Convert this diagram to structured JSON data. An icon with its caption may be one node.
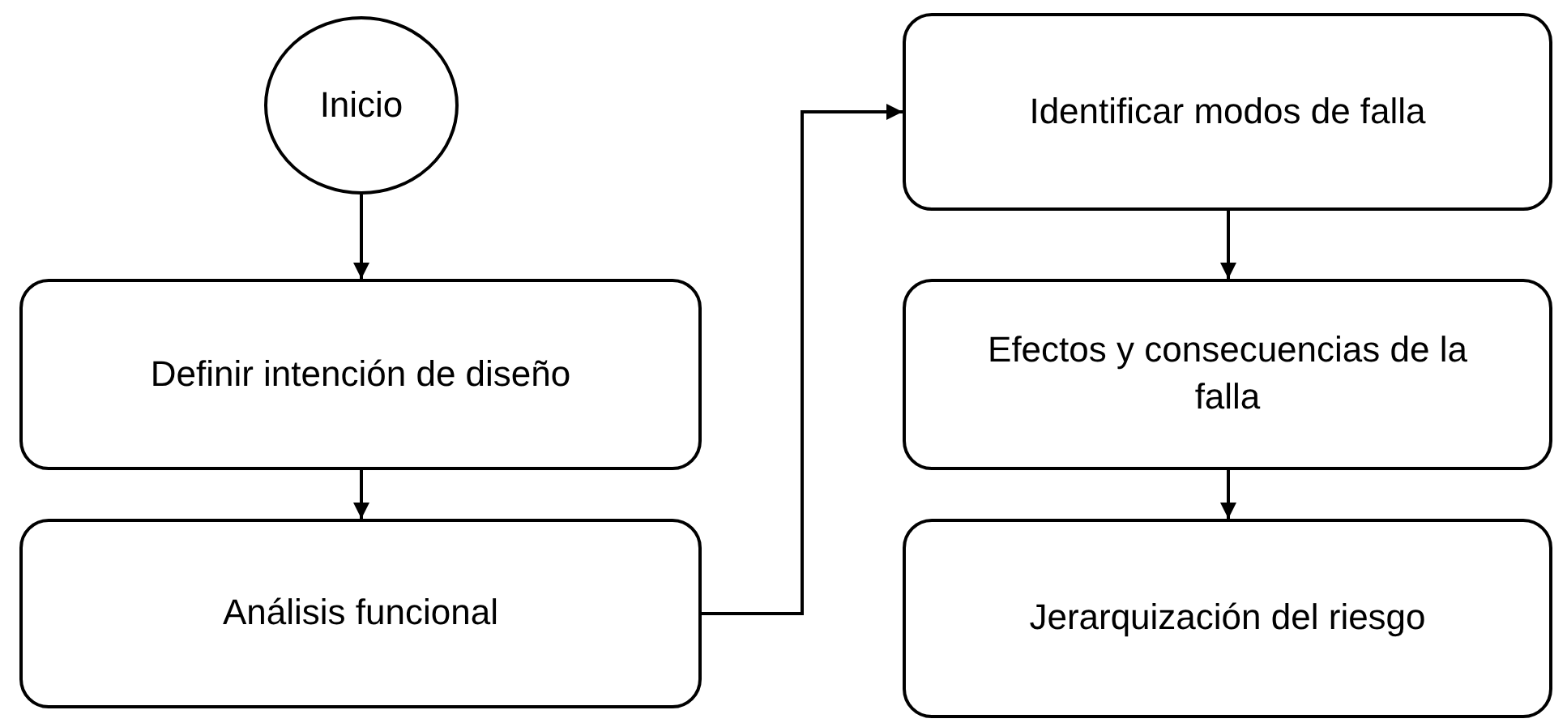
{
  "diagram": {
    "nodes": [
      {
        "text": [
          "Inicio"
        ]
      },
      {
        "text": [
          "Definir intención de diseño"
        ]
      },
      {
        "text": [
          "Análisis funcional"
        ]
      },
      {
        "text": [
          "Identificar modos de falla"
        ]
      },
      {
        "text": [
          "Efectos y consecuencias de la falla"
        ]
      },
      {
        "text": [
          "Jerarquización del riesgo"
        ]
      }
    ],
    "edges": [
      {
        "from": 0,
        "to": 1,
        "arrow": "to"
      },
      {
        "from": 1,
        "to": 2,
        "arrow": "to"
      },
      {
        "from": 2,
        "to": 3,
        "arrow": "to"
      },
      {
        "from": 3,
        "to": 4,
        "arrow": "to"
      },
      {
        "from": 4,
        "to": 5,
        "arrow": "to"
      }
    ]
  }
}
